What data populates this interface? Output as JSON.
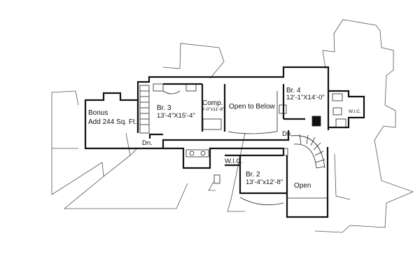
{
  "floor_plan": {
    "rooms": {
      "bonus": {
        "name": "Bonus",
        "note": "Add 244 Sq. Ft."
      },
      "br3": {
        "name": "Br. 3",
        "dimensions": "13'-4\"X15'-4\""
      },
      "comp": {
        "name": "Comp.",
        "dimensions": "8'-0\"x11'-8\""
      },
      "open_to_below": {
        "name": "Open to Below"
      },
      "br4": {
        "name": "Br. 4",
        "dimensions": "12'-1\"X14'-0\""
      },
      "wic_br4": {
        "name": "W.I.C."
      },
      "wic_hall": {
        "name": "W.I.C."
      },
      "br2": {
        "name": "Br. 2",
        "dimensions": "13'-4\"x12'-8\""
      },
      "open": {
        "name": "Open"
      }
    },
    "stairs": {
      "left_down": "Dn.",
      "right_down": "Dn."
    }
  }
}
